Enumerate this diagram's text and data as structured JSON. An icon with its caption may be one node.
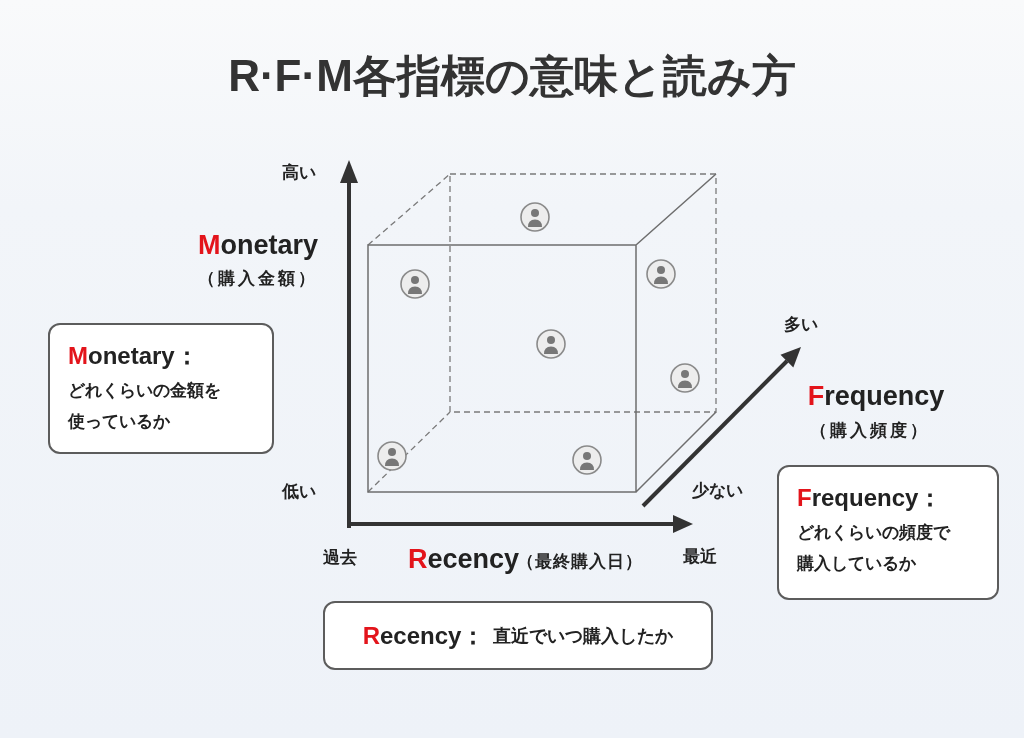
{
  "diagram": {
    "title": "R·F·M各指標の意味と読み方",
    "nodes": [
      {
        "text": [
          "Monetary：",
          "どれくらいの金額を使っているか"
        ]
      },
      {
        "text": [
          "Frequency：",
          "どれくらいの頻度で購入しているか"
        ]
      },
      {
        "text": [
          "Recency：",
          "直近でいつ購入したか"
        ]
      }
    ],
    "labels": [
      "高い",
      "Monetary",
      "（購入金額）",
      "多い",
      "Frequency",
      "（購入頻度）",
      "低い",
      "少ない",
      "過去",
      "Recency",
      "（最終購入日）",
      "最近"
    ]
  }
}
